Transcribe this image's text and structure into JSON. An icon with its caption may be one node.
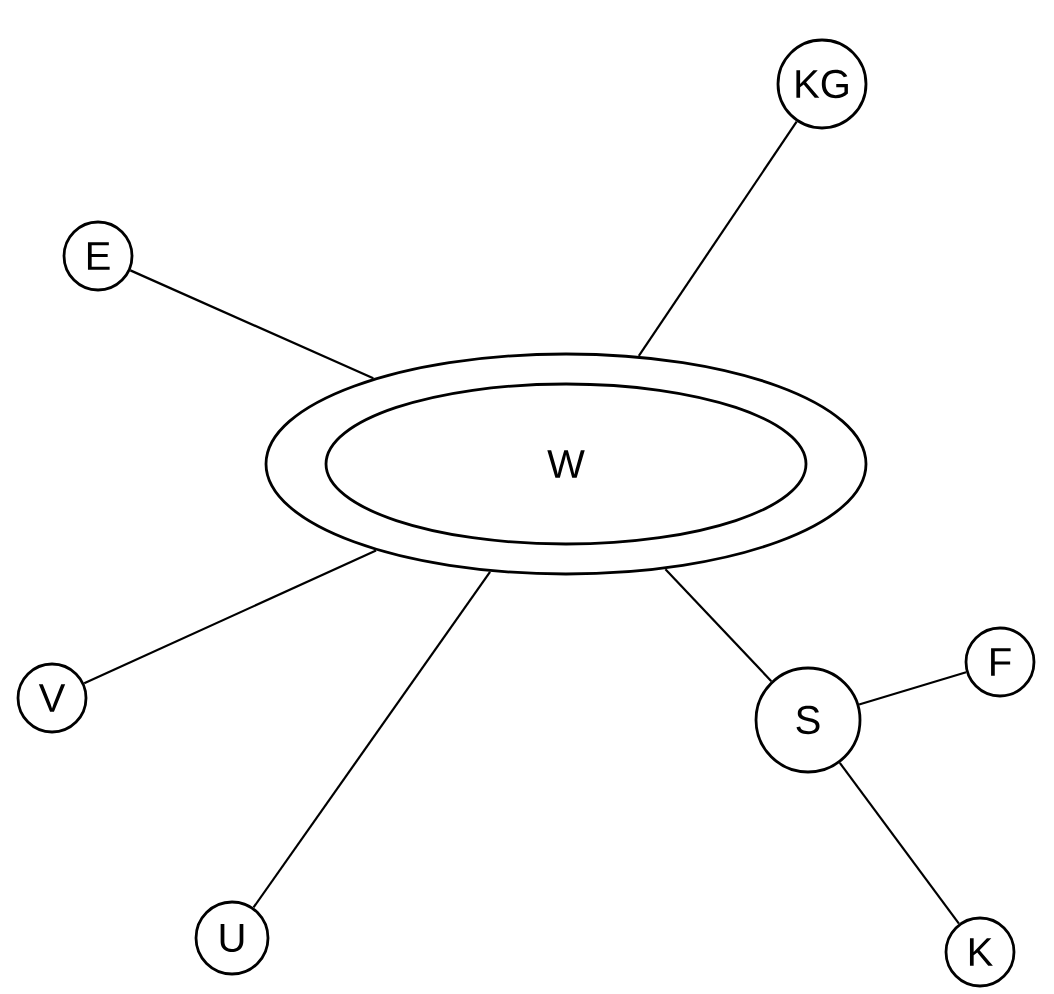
{
  "diagram": {
    "nodes": [
      {
        "text": [],
        "shape": "ellipse"
      },
      {
        "text": [
          "W"
        ],
        "in": 0
      },
      {
        "text": [
          "E"
        ]
      },
      {
        "text": [
          "KG"
        ]
      },
      {
        "text": [
          "V"
        ]
      },
      {
        "text": [
          "U"
        ]
      },
      {
        "text": [
          "S"
        ]
      },
      {
        "text": [
          "F"
        ]
      },
      {
        "text": [
          "K"
        ]
      }
    ],
    "edges": [
      {
        "from": 2,
        "to": 0,
        "arrow": "none"
      },
      {
        "from": 3,
        "to": 0,
        "arrow": "none"
      },
      {
        "from": 4,
        "to": 0,
        "arrow": "none"
      },
      {
        "from": 5,
        "to": 0,
        "arrow": "none"
      },
      {
        "from": 0,
        "to": 6,
        "arrow": "none"
      },
      {
        "from": 6,
        "to": 7,
        "arrow": "none"
      },
      {
        "from": 6,
        "to": 8,
        "arrow": "none"
      }
    ]
  }
}
